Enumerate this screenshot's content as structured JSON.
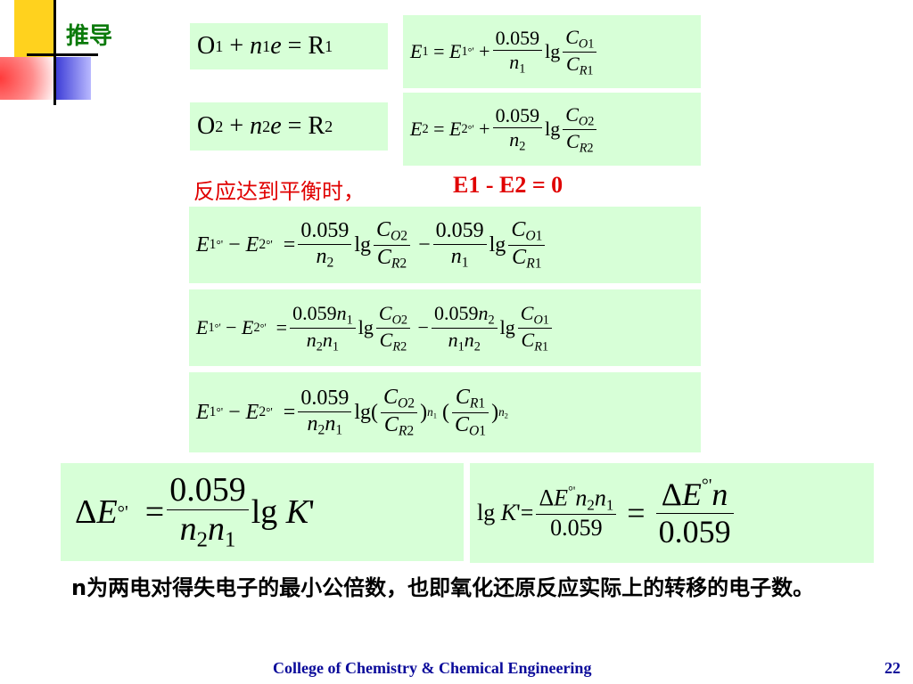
{
  "title": "推导",
  "reactions": [
    "O1 + n1e = R1",
    "O2 + n2e = R2"
  ],
  "equilibrium_text": "反应达到平衡时，",
  "equilibrium_condition": "E1 - E2 = 0",
  "coefficient": "0.059",
  "log": "lg",
  "note_text": "n为两电对得失电子的最小公倍数，也即氧化还原反应实际上的转移的电子数。",
  "footer": {
    "school": "College of Chemistry & Chemical Engineering",
    "page": "22"
  }
}
